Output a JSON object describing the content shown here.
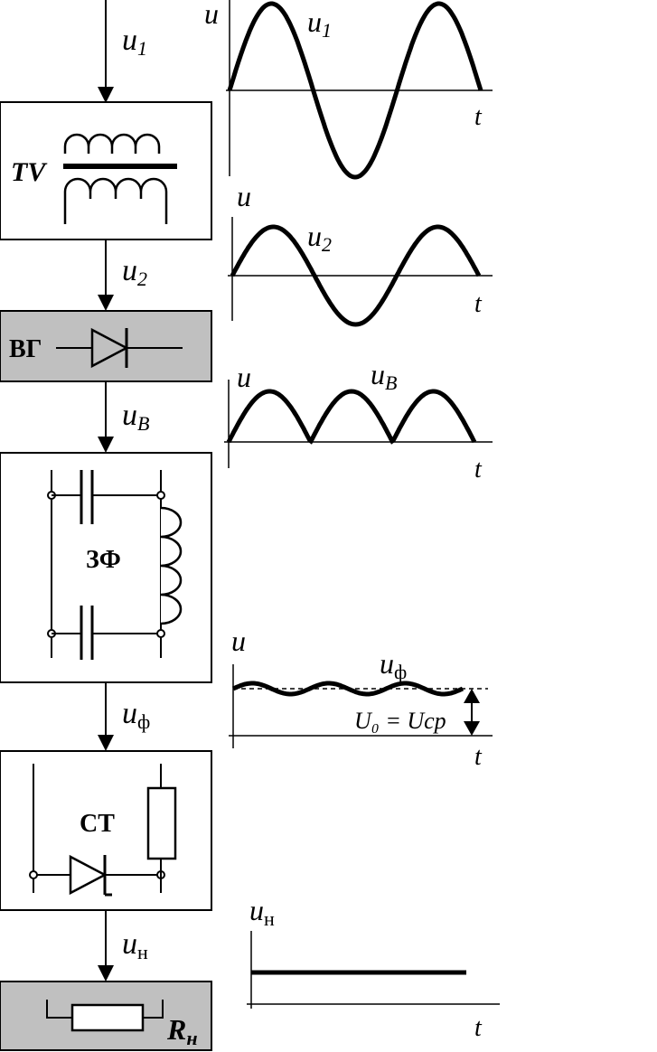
{
  "signals": {
    "u1": {
      "main": "u",
      "sub": "1"
    },
    "u2": {
      "main": "u",
      "sub": "2"
    },
    "uv": {
      "main": "u",
      "sub": "B"
    },
    "uf": {
      "main": "u",
      "sub": "ф"
    },
    "un": {
      "main": "u",
      "sub": "н"
    }
  },
  "blocks": {
    "transformer": "TV",
    "rectifier": "ВГ",
    "filter": "ЗФ",
    "stabilizer": "СТ",
    "load": {
      "main": "R",
      "sub": "н"
    }
  },
  "graphs": {
    "axis_u": "u",
    "axis_t": "t",
    "dc_label": "U₀ = Uср"
  },
  "colors": {
    "block_fill_gray": "#c0c0c0",
    "line": "#000000"
  }
}
